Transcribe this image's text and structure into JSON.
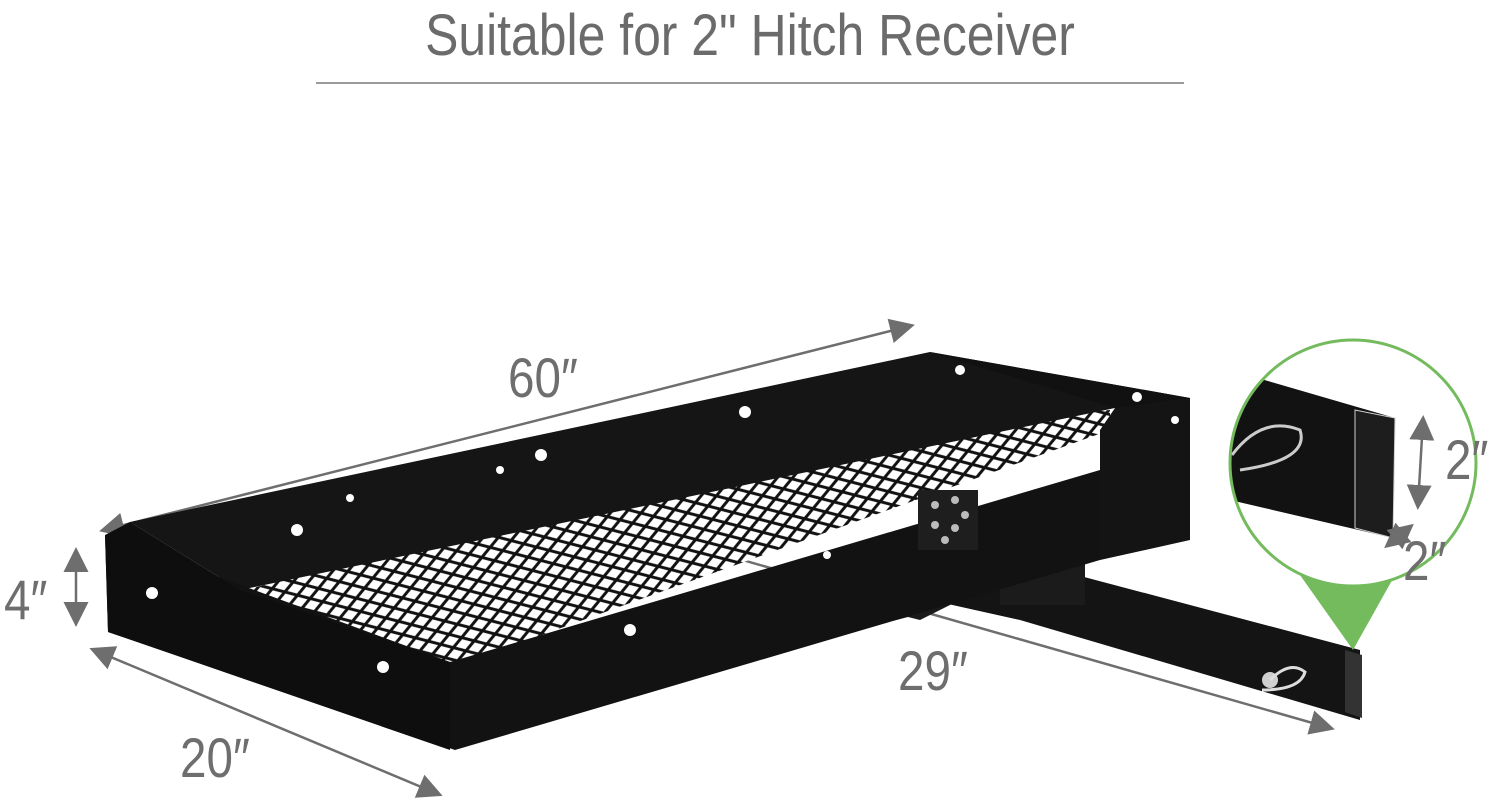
{
  "header": {
    "title": "Suitable for 2\" Hitch Receiver"
  },
  "dimensions": {
    "length": "60″",
    "height": "4″",
    "width": "20″",
    "shank_length": "29″",
    "receiver_height": "2″",
    "receiver_width": "2″"
  },
  "colors": {
    "text": "#6b6b6b",
    "arrow": "#6e6e6e",
    "callout_green": "#74bb5e",
    "steel": "#141414"
  }
}
